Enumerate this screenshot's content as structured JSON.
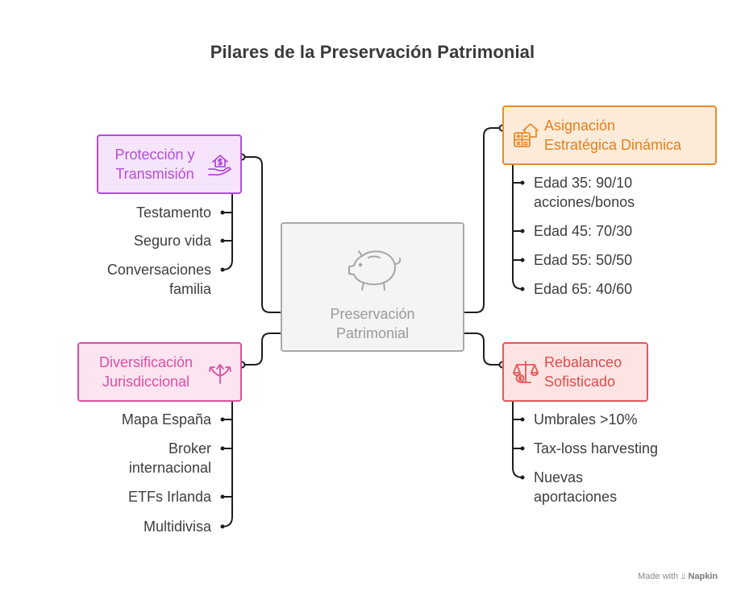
{
  "title": "Pilares de la Preservación Patrimonial",
  "center": {
    "label_line1": "Preservación",
    "label_line2": "Patrimonial",
    "icon": "piggy-bank-icon"
  },
  "pillars": {
    "proteccion": {
      "label_line1": "Protección y",
      "label_line2": "Transmisión",
      "icon": "house-money-hand-icon",
      "color": "#b34ed6",
      "items": [
        "Testamento",
        "Seguro vida",
        "Conversaciones",
        "familia"
      ]
    },
    "diversificacion": {
      "label_line1": "Diversificación",
      "label_line2": "Jurisdiccional",
      "icon": "diverging-arrows-icon",
      "color": "#dd4fa2",
      "items": [
        "Mapa España",
        "Broker",
        "internacional",
        "ETFs Irlanda",
        "Multidivisa"
      ]
    },
    "asignacion": {
      "label_line1": "Asignación",
      "label_line2": "Estratégica Dinámica",
      "icon": "calculator-house-icon",
      "color": "#ea8a2c",
      "items": [
        "Edad 35: 90/10",
        "acciones/bonos",
        "Edad 45: 70/30",
        "Edad 55: 50/50",
        "Edad 65: 40/60"
      ]
    },
    "rebalanceo": {
      "label_line1": "Rebalanceo",
      "label_line2": "Sofisticado",
      "icon": "balance-scale-icon",
      "color": "#e35858",
      "items": [
        "Umbrales >10%",
        "Tax-loss harvesting",
        "Nuevas",
        "aportaciones"
      ]
    }
  },
  "footer": {
    "made_with": "Made with",
    "brand": "Napkin"
  }
}
